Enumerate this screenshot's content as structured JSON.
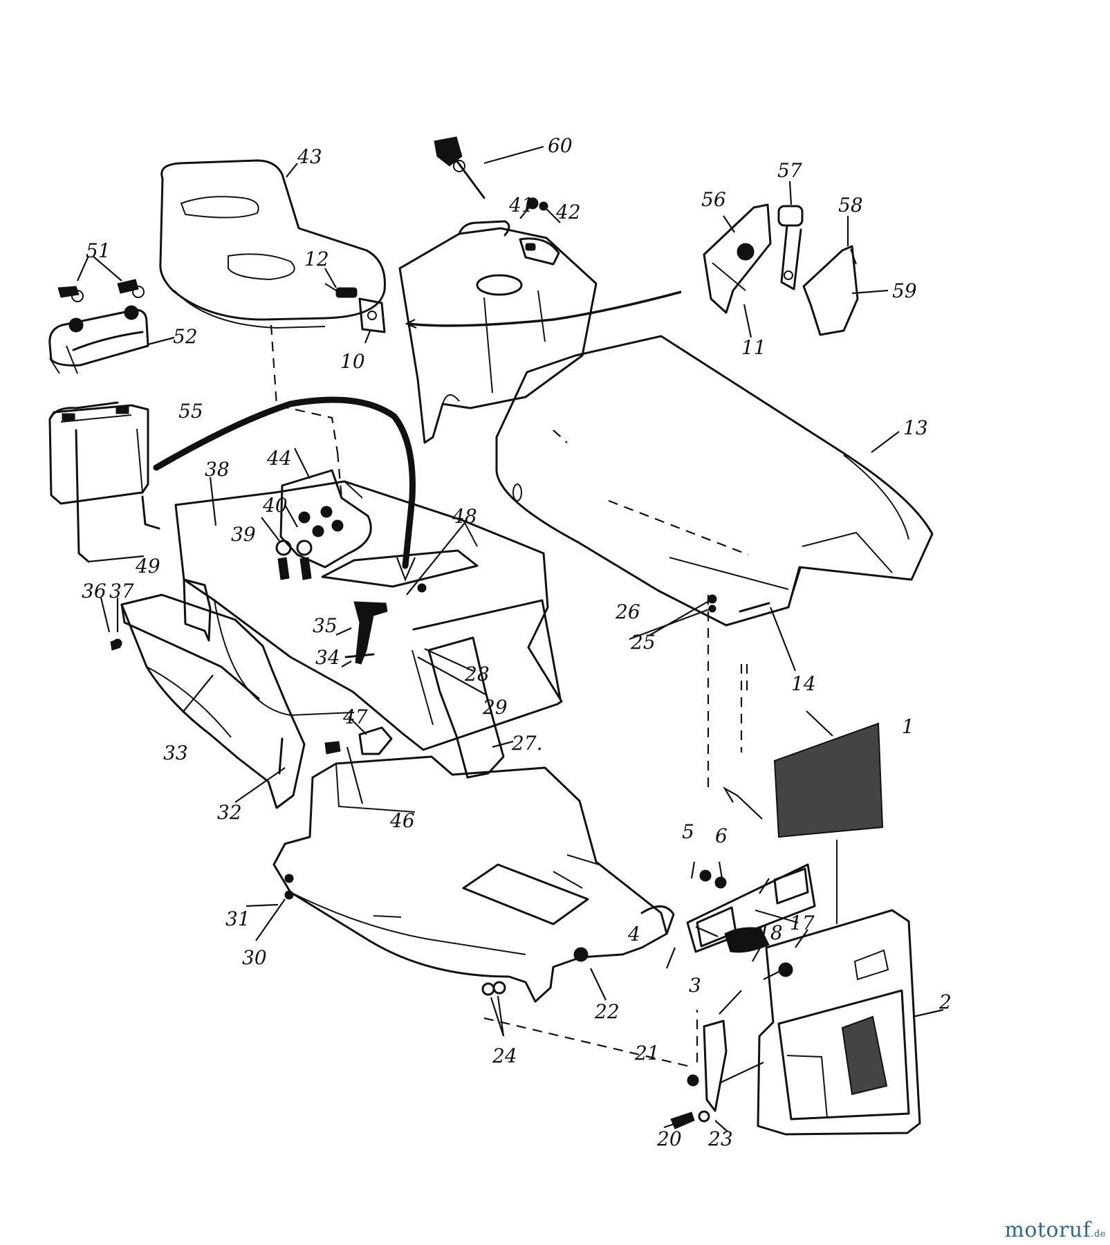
{
  "watermark": {
    "brand": "motoruf",
    "suffix": ".de"
  },
  "callouts": {
    "c1": "1",
    "c2": "2",
    "c3": "3",
    "c4": "4",
    "c5": "5",
    "c6": "6",
    "c10": "10",
    "c11": "11",
    "c12": "12",
    "c13": "13",
    "c14": "14",
    "c17": "17",
    "c18": "18",
    "c20": "20",
    "c21": "21",
    "c22": "22",
    "c23": "23",
    "c24": "24",
    "c25": "25",
    "c26": "26",
    "c27": "27.",
    "c28": "28",
    "c29": "29",
    "c30": "30",
    "c31": "31",
    "c32": "32",
    "c33": "33",
    "c34": "34",
    "c35": "35",
    "c36": "36",
    "c37": "37",
    "c38": "38",
    "c39": "39",
    "c40": "40",
    "c41": "41",
    "c42": "42",
    "c43": "43",
    "c44": "44",
    "c46": "46",
    "c47": "47",
    "c48": "48",
    "c49": "49",
    "c51": "51",
    "c52": "52",
    "c55": "55",
    "c56": "56",
    "c57": "57",
    "c58": "58",
    "c59": "59",
    "c60": "60"
  }
}
